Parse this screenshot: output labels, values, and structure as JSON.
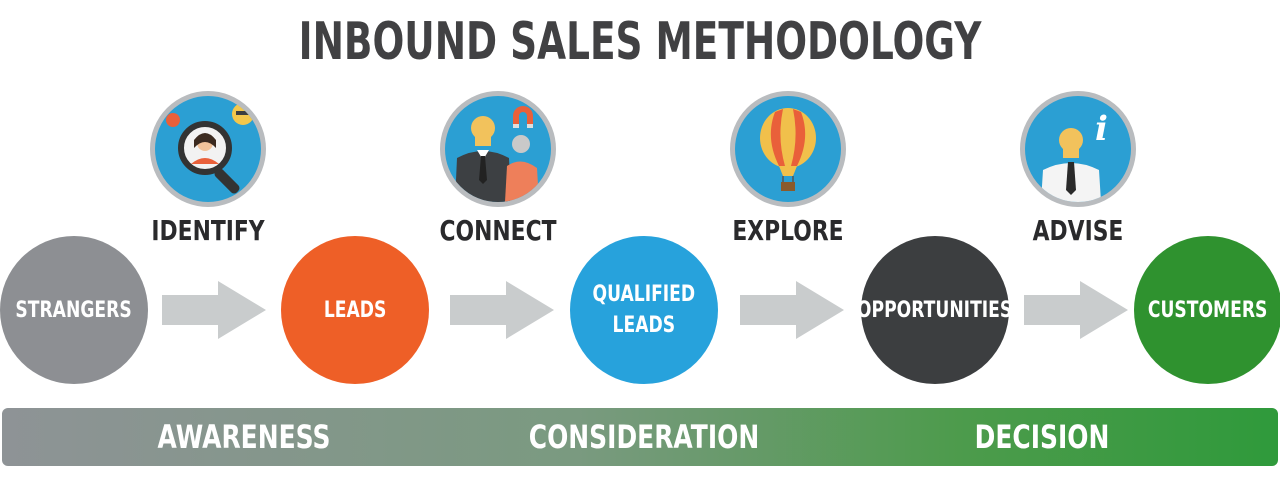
{
  "title": "INBOUND SALES METHODOLOGY",
  "actions": [
    {
      "label": "IDENTIFY",
      "icon": "magnifier-person-icon"
    },
    {
      "label": "CONNECT",
      "icon": "people-magnet-icon"
    },
    {
      "label": "EXPLORE",
      "icon": "hot-air-balloon-icon"
    },
    {
      "label": "ADVISE",
      "icon": "person-info-icon"
    }
  ],
  "stages": [
    {
      "label": "STRANGERS",
      "color": "#8d8f93"
    },
    {
      "label": "LEADS",
      "color": "#ee5f27"
    },
    {
      "label": "QUALIFIED\nLEADS",
      "color": "#27a2dc"
    },
    {
      "label": "OPPORTUNITIES",
      "color": "#3c3e40"
    },
    {
      "label": "CUSTOMERS",
      "color": "#2f922f"
    }
  ],
  "phases": [
    "AWARENESS",
    "CONSIDERATION",
    "DECISION"
  ],
  "colors": {
    "title": "#414143",
    "icon_background": "#2b9fd3",
    "icon_ring": "#b9bcbf",
    "arrow": "#c9cccd"
  }
}
